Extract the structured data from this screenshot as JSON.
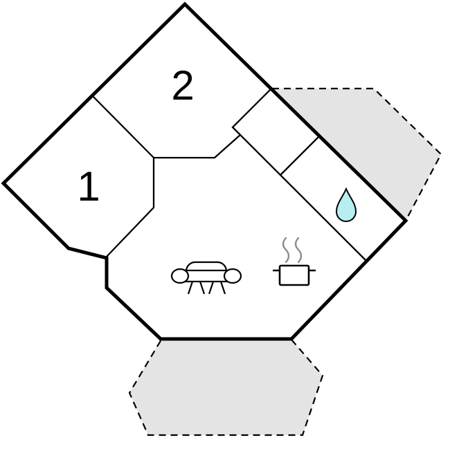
{
  "rooms": {
    "room1": {
      "label": "1"
    },
    "room2": {
      "label": "2"
    }
  },
  "icons": {
    "sofa": "sofa-icon",
    "cooking_pot": "cooking-pot-icon",
    "steam": "steam-icon",
    "water_drop": "water-drop-icon"
  },
  "colors": {
    "background": "#ffffff",
    "wall": "#000000",
    "interior_wall": "#000000",
    "terrace_fill": "#e4e4e4",
    "terrace_border": "#000000",
    "water_drop_fill": "#b7eef2",
    "steam_stroke": "#8d8d8d"
  },
  "areas": {
    "right_terrace": {
      "border_style": "dashed"
    },
    "bottom_terrace": {
      "border_style": "dashed"
    }
  }
}
